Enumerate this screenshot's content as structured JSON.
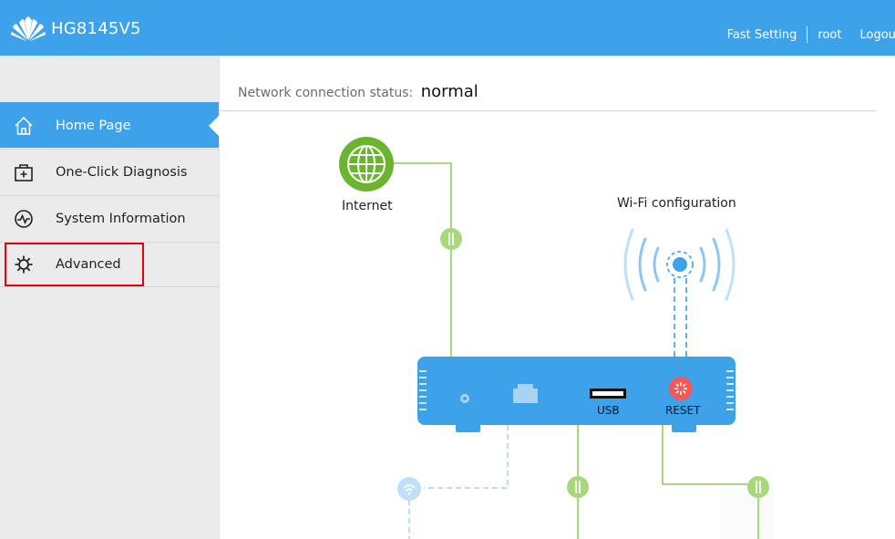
{
  "header": {
    "model": "HG8145V5",
    "links": {
      "fast_setting": "Fast Setting",
      "user": "root",
      "logout": "Logout"
    }
  },
  "sidebar": {
    "items": [
      {
        "label": "Home Page",
        "icon": "home-icon",
        "active": true
      },
      {
        "label": "One-Click Diagnosis",
        "icon": "diagnosis-icon",
        "active": false
      },
      {
        "label": "System Information",
        "icon": "pulse-icon",
        "active": false
      },
      {
        "label": "Advanced",
        "icon": "gear-icon",
        "active": false
      }
    ]
  },
  "main": {
    "status_label": "Network connection status:",
    "status_value": "normal",
    "diagram": {
      "internet_label": "Internet",
      "wifi_label": "Wi-Fi configuration",
      "usb_label": "USB",
      "reset_label": "RESET"
    }
  },
  "colors": {
    "accent": "#3ea2ea",
    "line_green": "#a8d77c",
    "globe_green": "#6ab52d",
    "reset_red": "#f05a5a",
    "highlight_red": "#e50012"
  }
}
